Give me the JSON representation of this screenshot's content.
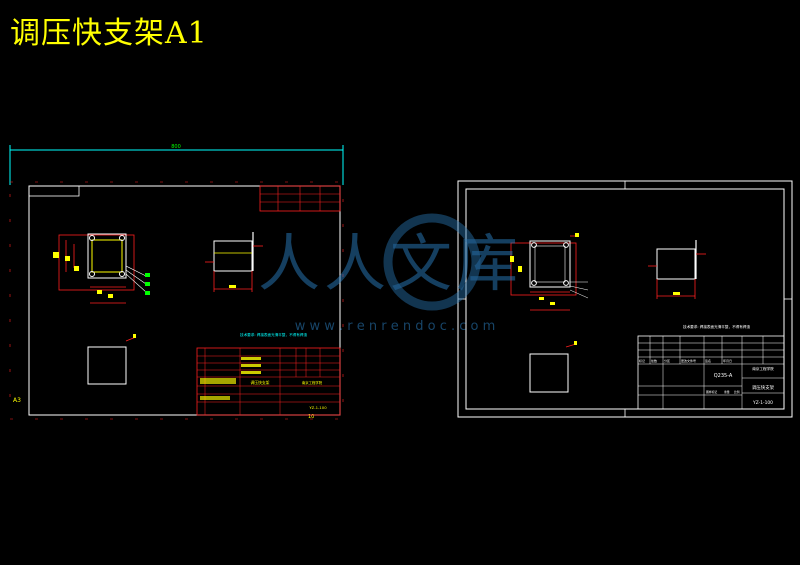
{
  "title": "调压快支架A1",
  "colors": {
    "background": "#000000",
    "title": "#ffff00",
    "sheet_border": "#ffffff",
    "dim_red": "#ff2020",
    "cyan": "#00ffff",
    "green": "#00ff00",
    "watermark": "#2a7ab8"
  },
  "left_sheet": {
    "top_dimension": "800",
    "left_label": "A3",
    "bottom_label": "10",
    "note": "技术要求: 焊接表面光滑平整，不得有焊渣",
    "titleblock": {
      "company": "调压快支架",
      "school": "南京工程学院",
      "drawing_no": "YZ-1-100"
    }
  },
  "right_sheet": {
    "note": "技术要求: 焊接表面光滑平整，不得有焊渣",
    "titleblock": {
      "material": "Q235-A",
      "school": "南京工程学院",
      "part_name": "调压快支架",
      "drawing_no": "YZ-1-100",
      "head_cells": [
        "标记",
        "处数",
        "分区",
        "更改文件号",
        "签名",
        "年月日"
      ],
      "status": "图样标记",
      "weight": "重量",
      "scale": "比例"
    }
  },
  "watermark": {
    "logo_text": "人人文库",
    "url": "w w w . r e n r e n d o c . c o m"
  }
}
